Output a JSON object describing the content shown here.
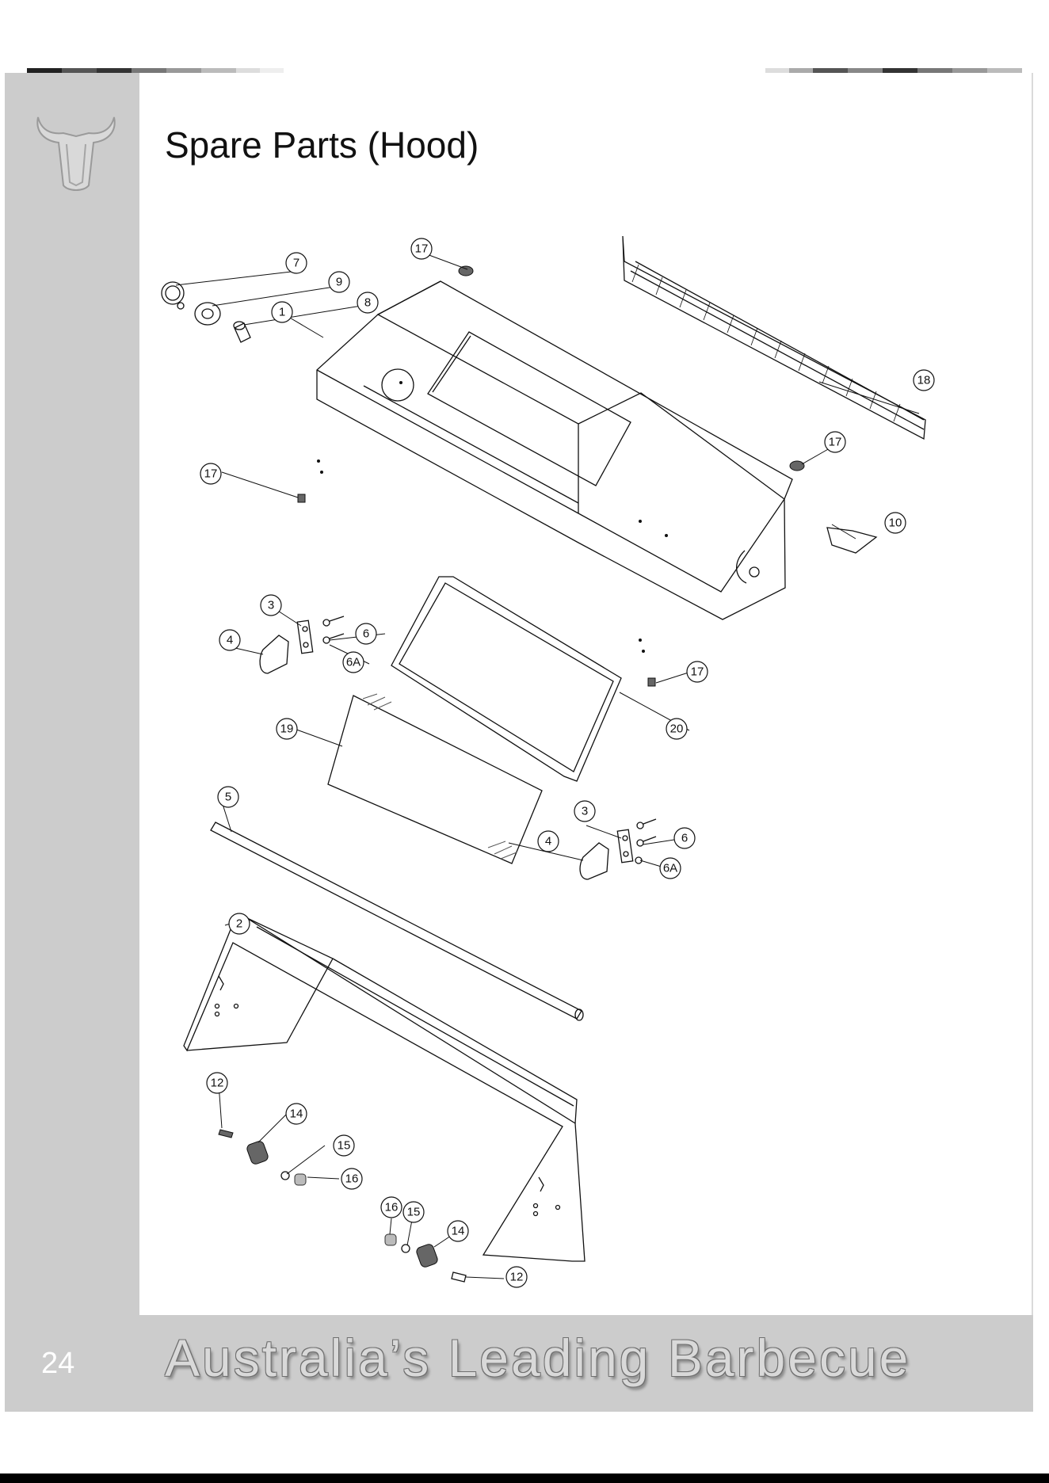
{
  "page": {
    "title": "Spare Parts (Hood)",
    "page_number": "24",
    "tagline": "Australia’s Leading Barbecue"
  },
  "logo": {
    "icon": "bull-head-icon"
  },
  "callouts": [
    "1",
    "2",
    "3",
    "3",
    "4",
    "4",
    "5",
    "6",
    "6",
    "6A",
    "6A",
    "7",
    "8",
    "9",
    "10",
    "12",
    "12",
    "14",
    "14",
    "15",
    "15",
    "16",
    "16",
    "17",
    "17",
    "17",
    "17",
    "18",
    "19",
    "20"
  ]
}
